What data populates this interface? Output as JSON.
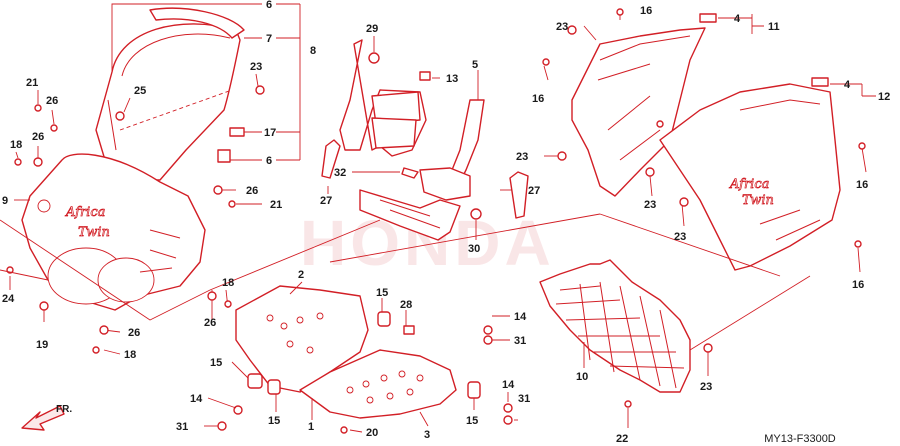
{
  "diagram_code": "MY13-F3300D",
  "front_label": "FR.",
  "watermark": "HONDA",
  "decal_text": [
    "Africa",
    "Twin"
  ],
  "colors": {
    "line": "#d21f26",
    "text": "#1a1a1a"
  },
  "callouts": [
    {
      "id": "c6a",
      "label": "6"
    },
    {
      "id": "c7",
      "label": "7"
    },
    {
      "id": "c8",
      "label": "8"
    },
    {
      "id": "c17",
      "label": "17"
    },
    {
      "id": "c6b",
      "label": "6"
    },
    {
      "id": "c21a",
      "label": "21"
    },
    {
      "id": "c26a",
      "label": "26"
    },
    {
      "id": "c25",
      "label": "25"
    },
    {
      "id": "c23a",
      "label": "23"
    },
    {
      "id": "c18a",
      "label": "18"
    },
    {
      "id": "c26b",
      "label": "26"
    },
    {
      "id": "c9",
      "label": "9"
    },
    {
      "id": "c26c",
      "label": "26"
    },
    {
      "id": "c21b",
      "label": "21"
    },
    {
      "id": "c24",
      "label": "24"
    },
    {
      "id": "c19",
      "label": "19"
    },
    {
      "id": "c18b",
      "label": "18"
    },
    {
      "id": "c26d",
      "label": "26"
    },
    {
      "id": "c26e",
      "label": "26"
    },
    {
      "id": "c18c",
      "label": "18"
    },
    {
      "id": "c29",
      "label": "29"
    },
    {
      "id": "c13",
      "label": "13"
    },
    {
      "id": "c5",
      "label": "5"
    },
    {
      "id": "c32",
      "label": "32"
    },
    {
      "id": "c27a",
      "label": "27"
    },
    {
      "id": "c27b",
      "label": "27"
    },
    {
      "id": "c30",
      "label": "30"
    },
    {
      "id": "c23b",
      "label": "23"
    },
    {
      "id": "c16a",
      "label": "16"
    },
    {
      "id": "c4a",
      "label": "4"
    },
    {
      "id": "c11",
      "label": "11"
    },
    {
      "id": "c16b",
      "label": "16"
    },
    {
      "id": "c4b",
      "label": "4"
    },
    {
      "id": "c12",
      "label": "12"
    },
    {
      "id": "c23c",
      "label": "23"
    },
    {
      "id": "c16c",
      "label": "16"
    },
    {
      "id": "c23d",
      "label": "23"
    },
    {
      "id": "c23e",
      "label": "23"
    },
    {
      "id": "c16d",
      "label": "16"
    },
    {
      "id": "c2",
      "label": "2"
    },
    {
      "id": "c15a",
      "label": "15"
    },
    {
      "id": "c28",
      "label": "28"
    },
    {
      "id": "c14a",
      "label": "14"
    },
    {
      "id": "c31a",
      "label": "31"
    },
    {
      "id": "c15b",
      "label": "15"
    },
    {
      "id": "c14b",
      "label": "14"
    },
    {
      "id": "c31b",
      "label": "31"
    },
    {
      "id": "c15c",
      "label": "15"
    },
    {
      "id": "c1",
      "label": "1"
    },
    {
      "id": "c20",
      "label": "20"
    },
    {
      "id": "c3",
      "label": "3"
    },
    {
      "id": "c15d",
      "label": "15"
    },
    {
      "id": "c14c",
      "label": "14"
    },
    {
      "id": "c31c",
      "label": "31"
    },
    {
      "id": "c10",
      "label": "10"
    },
    {
      "id": "c22",
      "label": "22"
    },
    {
      "id": "c23f",
      "label": "23"
    }
  ]
}
